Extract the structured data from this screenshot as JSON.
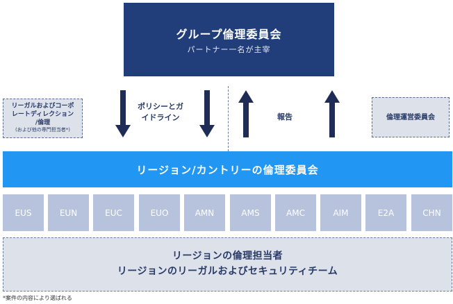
{
  "top": {
    "title": "グループ倫理委員会",
    "subtitle": "パートナー一名が主宰"
  },
  "left_box": {
    "line1": "リーガルおよびコーポ",
    "line2": "レートディレクション",
    "line3": "/倫理",
    "small": "(および他の専門担当者*)"
  },
  "right_box": {
    "label": "倫理運営委員会"
  },
  "arrows": {
    "policy_line1": "ポリシーとガ",
    "policy_line2": "イドライン",
    "report": "報告"
  },
  "region_bar": {
    "label": "リージョン/カントリーの倫理委員会"
  },
  "regions": [
    "EUS",
    "EUN",
    "EUC",
    "EUO",
    "AMN",
    "AMS",
    "AMC",
    "AIM",
    "E2A",
    "CHN"
  ],
  "bottom": {
    "line1": "リージョンの倫理担当者",
    "line2": "リージョンのリーガルおよびセキュリティチーム"
  },
  "footnote": "*案件の内容により選ばれる",
  "colors": {
    "navy": "#213e7a",
    "bright_blue": "#2196f3",
    "chip": "#b7c3dc",
    "side_fill": "#dde1ea"
  }
}
